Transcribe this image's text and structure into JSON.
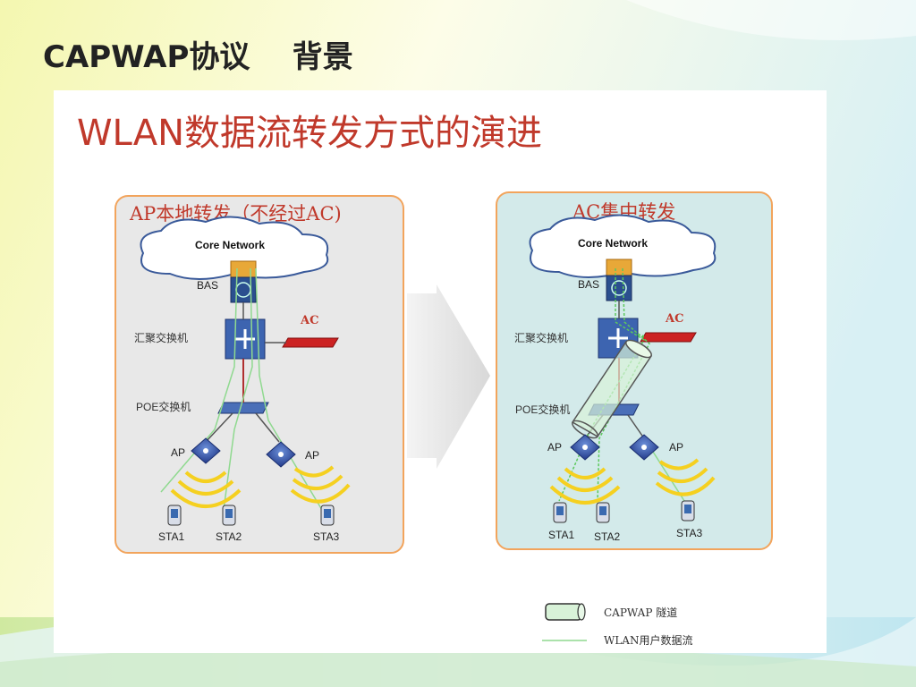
{
  "slide_title": "CAPWAP协议    背景",
  "main_title": "WLAN数据流转发方式的演进",
  "colors": {
    "title_red": "#c0392b",
    "panel_border": "#f2a45c",
    "left_panel_bg": "#e8e8e8",
    "right_panel_bg": "#d3eaea",
    "green_flow": "#8fd98f",
    "ac_red": "#cc2222"
  },
  "left_panel": {
    "title": "AP本地转发（不经过AC)",
    "core": "Core Network",
    "bas": "BAS",
    "ac": "AC",
    "agg_switch": "汇聚交换机",
    "poe_switch": "POE交换机",
    "ap1": "AP",
    "ap2": "AP",
    "sta1": "STA1",
    "sta2": "STA2",
    "sta3": "STA3"
  },
  "right_panel": {
    "title": "AC集中转发",
    "core": "Core Network",
    "bas": "BAS",
    "ac": "AC",
    "agg_switch": "汇聚交换机",
    "poe_switch": "POE交换机",
    "ap1": "AP",
    "ap2": "AP",
    "sta1": "STA1",
    "sta2": "STA2",
    "sta3": "STA3"
  },
  "legend": {
    "tunnel": "CAPWAP  隧道",
    "flow": "WLAN用户数据流"
  },
  "icons": {
    "cloud": "cloud-icon",
    "bas": "router-icon",
    "switch": "switch-icon",
    "ac": "ac-device-icon",
    "ap": "access-point-icon",
    "sta": "mobile-phone-icon",
    "arrow": "arrow-right-icon",
    "signal": "wifi-signal-icon"
  }
}
